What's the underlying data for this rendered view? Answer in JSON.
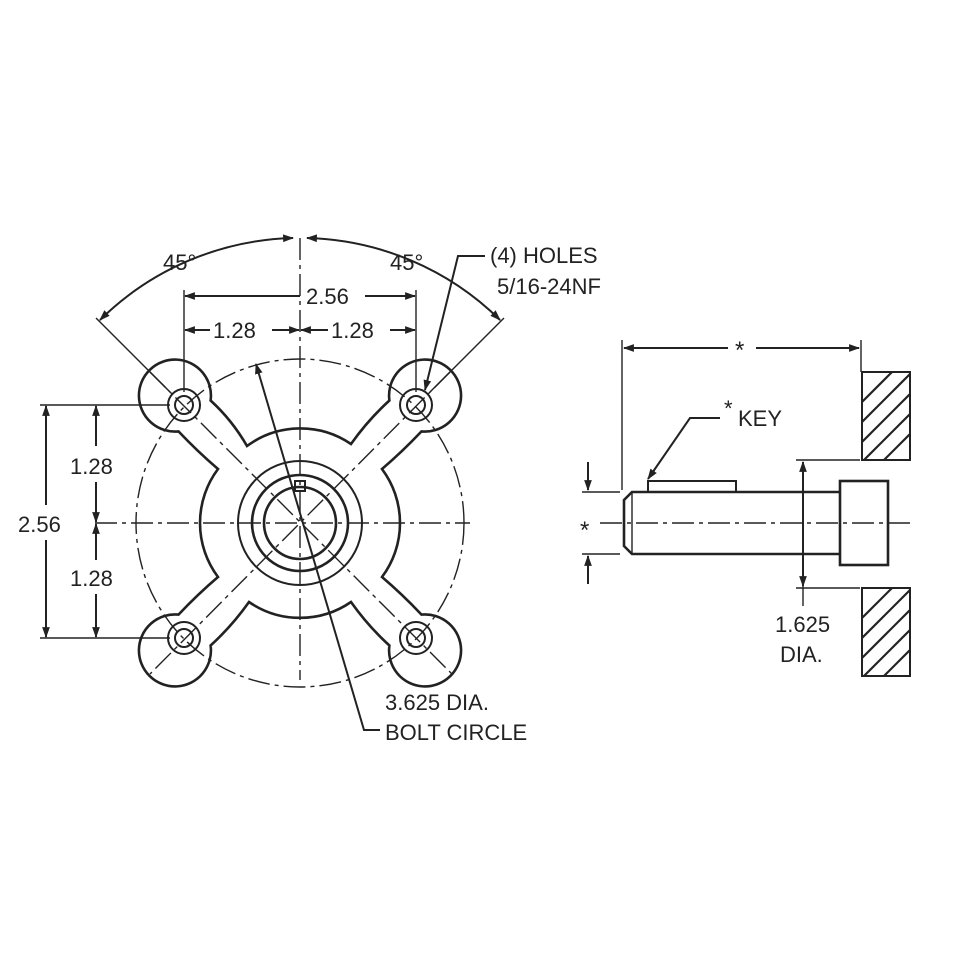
{
  "front_view": {
    "angle_left": "45°",
    "angle_right": "45°",
    "dim_top_overall": "2.56",
    "dim_top_left_half": "1.28",
    "dim_top_right_half": "1.28",
    "dim_side_overall": "2.56",
    "dim_side_upper_half": "1.28",
    "dim_side_lower_half": "1.28",
    "holes_callout_line1": "(4) HOLES",
    "holes_callout_line2": "5/16-24NF",
    "bolt_circle_line1": "3.625 DIA.",
    "bolt_circle_line2": "BOLT CIRCLE"
  },
  "side_view": {
    "length_mark": "*",
    "key_asterisk": "*",
    "key_label": "KEY",
    "shaft_dia_mark": "*",
    "pilot_dia_line1": "1.625",
    "pilot_dia_line2": "DIA."
  },
  "colors": {
    "ink": "#222222",
    "paper": "#ffffff"
  }
}
